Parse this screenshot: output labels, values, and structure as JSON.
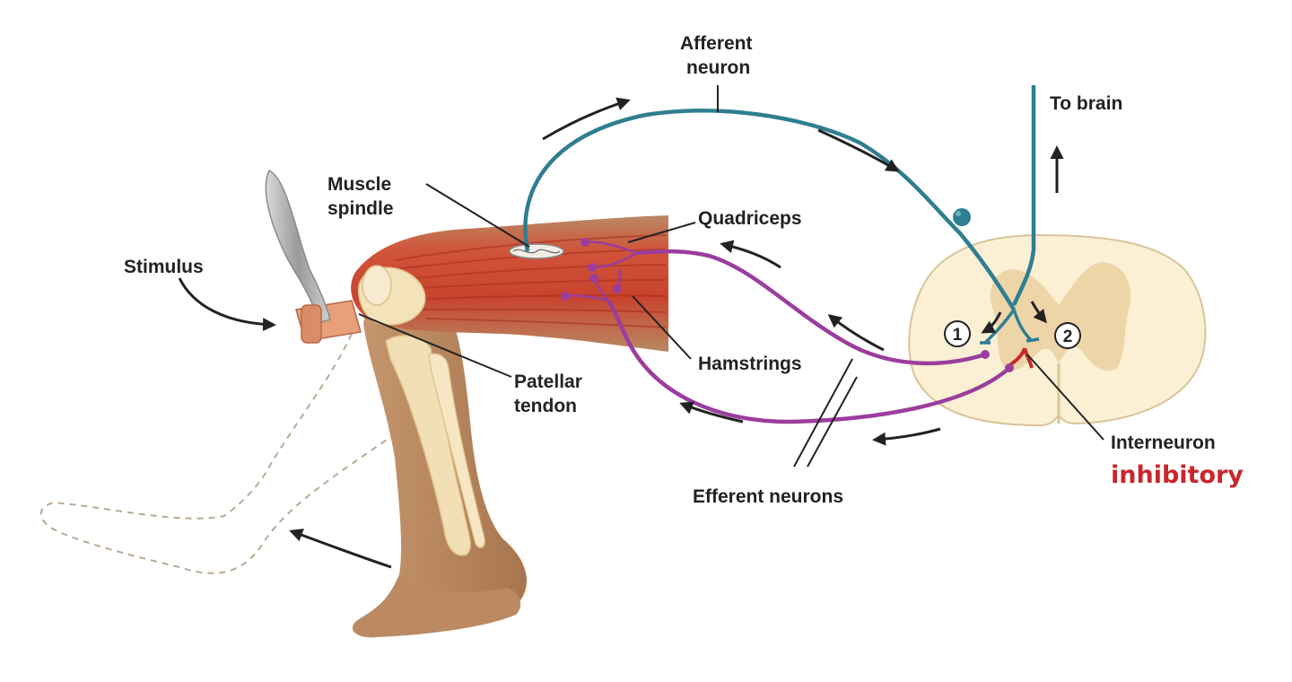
{
  "labels": {
    "afferent_line1": "Afferent",
    "afferent_line2": "neuron",
    "to_brain": "To brain",
    "muscle_spindle_line1": "Muscle",
    "muscle_spindle_line2": "spindle",
    "quadriceps": "Quadriceps",
    "stimulus": "Stimulus",
    "hamstrings": "Hamstrings",
    "patellar_line1": "Patellar",
    "patellar_line2": "tendon",
    "interneuron": "Interneuron",
    "inhibitory": "inhibitory",
    "efferent_neurons": "Efferent neurons",
    "pathway_1": "1",
    "pathway_2": "2"
  },
  "colors": {
    "afferent": "#2f7e91",
    "efferent": "#9b3d9e",
    "inhibitory": "#c8262c",
    "interneuron": "#c8262c",
    "skin": "#b5835a",
    "muscle": "#c8452e",
    "bone": "#f3dfb5",
    "spinal_white_matter": "#fbf0d4",
    "spinal_gray_matter": "#ecd1a3"
  },
  "icons": {
    "reflex_hammer": "reflex-hammer-icon",
    "flow_arrows": "arrow-icon"
  }
}
